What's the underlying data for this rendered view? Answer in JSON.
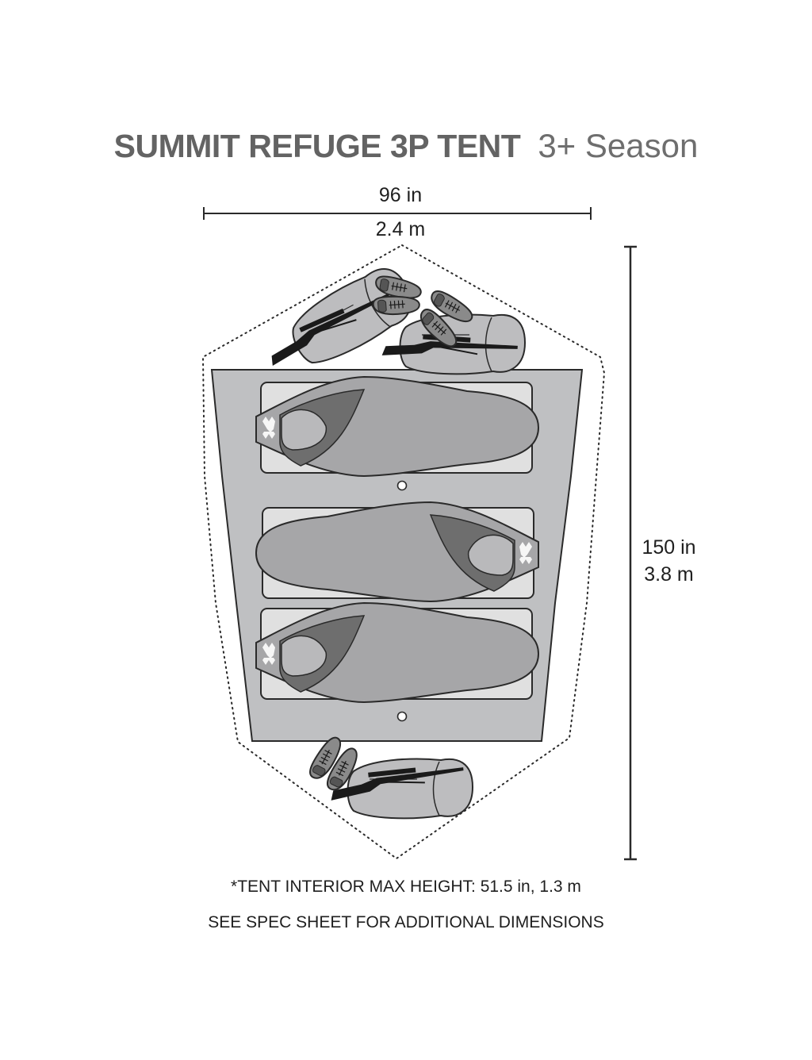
{
  "title": {
    "product": "SUMMIT REFUGE 3P TENT",
    "season": "3+ Season"
  },
  "dimensions": {
    "width_in": "96 in",
    "width_m": "2.4 m",
    "length_in": "150 in",
    "length_m": "3.8 m"
  },
  "notes": {
    "height": "*TENT INTERIOR MAX HEIGHT: 51.5 in, 1.3 m",
    "spec_sheet": "SEE SPEC SHEET FOR ADDITIONAL DIMENSIONS"
  },
  "diagram": {
    "sleeping_bags": 3,
    "sleeping_pads": 3,
    "vestibules": 2,
    "gear": [
      {
        "vestibule": "front",
        "items": [
          "duffel-bag",
          "rifle",
          "boots"
        ]
      },
      {
        "vestibule": "front",
        "items": [
          "duffel-bag",
          "rifle",
          "boots"
        ]
      },
      {
        "vestibule": "rear",
        "items": [
          "duffel-bag",
          "rifle",
          "boots"
        ]
      }
    ],
    "colors": {
      "floor": "#bfc0c2",
      "pad": "#e0e0e0",
      "bag": "#a6a6a8",
      "bag_hood": "#6e6e6e",
      "bag_face": "#b9b9bb",
      "outline": "#2a2a2a",
      "duffel": "#bdbdbf",
      "boot": "#8a8a8a",
      "rifle": "#1a1a1a"
    }
  }
}
